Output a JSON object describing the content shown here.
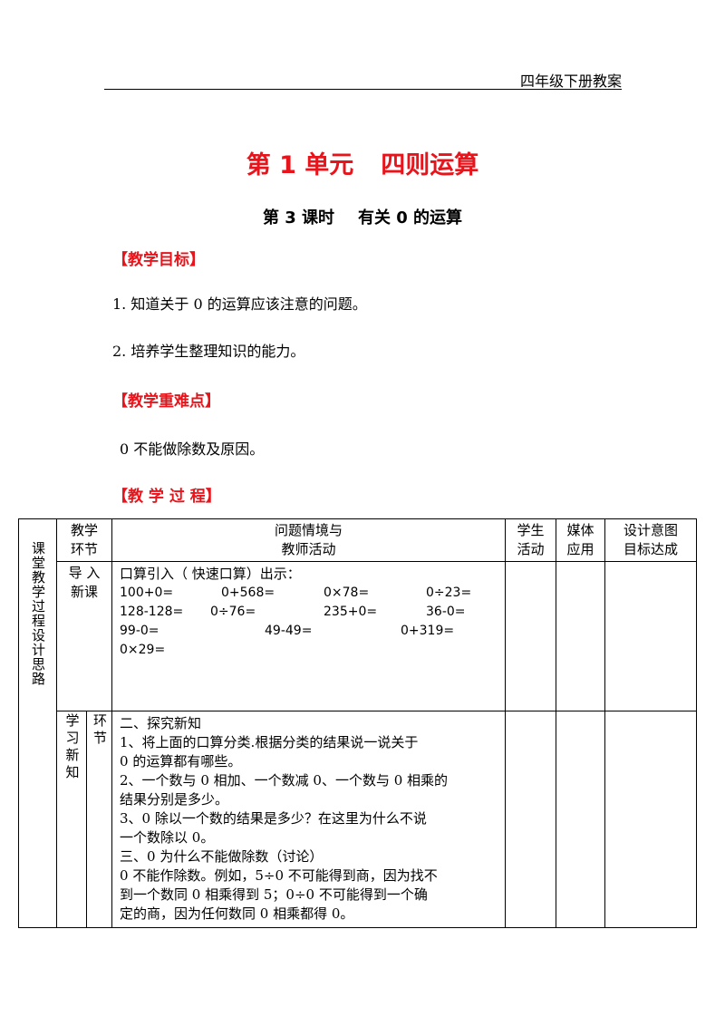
{
  "header": {
    "text": "四年级下册教案"
  },
  "unit_title": {
    "part1": "第 1 单元",
    "part2": "四则运算"
  },
  "lesson_title": {
    "part1": "第 3 课时",
    "part2": "有关 0 的运算"
  },
  "objectives": {
    "heading": "【教学目标】",
    "items": [
      "1. 知道关于 0 的运算应该注意的问题。",
      "2.  培养学生整理知识的能力。"
    ]
  },
  "key_points": {
    "heading": "【教学重难点】",
    "text": "0 不能做除数及原因。"
  },
  "process": {
    "heading": "【教 学 过 程】"
  },
  "table": {
    "side_label": "课堂教学过程设计思路",
    "headers": {
      "stage_l1": "教学",
      "stage_l2": "环节",
      "activity_l1": "问题情境与",
      "activity_l2": "教师活动",
      "student_l1": "学生",
      "student_l2": "活动",
      "media_l1": "媒体",
      "media_l2": "应用",
      "design_l1": "设计意图",
      "design_l2": "目标达成"
    },
    "row1": {
      "stage_l1": "导 入",
      "stage_l2": "新课",
      "intro": "口算引入（   快速口算）出示：",
      "line1": [
        "100+0=",
        "0+568=",
        "0×78=",
        "0÷23="
      ],
      "line2": [
        "128-128=",
        "0÷76=",
        "235+0=",
        "36-0="
      ],
      "line3": [
        "99-0=",
        "49-49=",
        "0+319="
      ],
      "line4": [
        "0×29="
      ]
    },
    "row2": {
      "stage": "学习新知",
      "substage": "环节",
      "lines": [
        "二、探究新知",
        "1、将上面的口算分类.根据分类的结果说一说关于",
        "0 的运算都有哪些。",
        "2、一个数与 0 相加、一个数减 0、一个数与 0 相乘的",
        "结果分别是多少。",
        "3、0 除以一个数的结果是多少？在这里为什么不说",
        "一个数除以 0。",
        "三、0 为什么不能做除数（讨论）",
        "0 不能作除数。例如，5÷0 不可能得到商，因为找不",
        "到一个数同 0 相乘得到 5；0÷0 不可能得到一个确",
        "定的商，因为任何数同 0 相乘都得 0。"
      ]
    }
  }
}
